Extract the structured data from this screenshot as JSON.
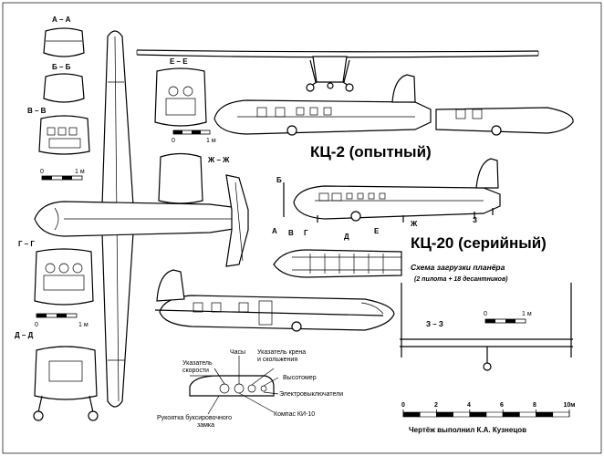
{
  "titles": {
    "kc2": "КЦ-2 (опытный)",
    "kc20": "КЦ-20 (серийный)"
  },
  "sections": {
    "aa": "А – А",
    "bb": "Б – Б",
    "vv": "В – В",
    "gg": "Г – Г",
    "dd": "Д – Д",
    "ee": "Е – Е",
    "zhzh": "Ж – Ж",
    "zz": "З – З"
  },
  "cut_marks": {
    "b": "Б",
    "a": "А",
    "v": "В",
    "g": "Г",
    "d": "Д",
    "e": "Е",
    "zh": "Ж",
    "z": "З"
  },
  "scale_labels": {
    "zero": "0",
    "one_m": "1 м"
  },
  "loading": {
    "title": "Схема загрузки планёра",
    "subtitle": "(2 пилота + 18 десантников)"
  },
  "panel": {
    "clock": "Часы",
    "airspeed": "Указатель\nскорости",
    "bank": "Указатель крена\nи скольжения",
    "altimeter": "Высотомер",
    "switches": "Электровыключатели",
    "compass": "Компас КИ-10",
    "tow_release": "Рукоятка буксировочного\nзамка"
  },
  "big_scale": {
    "ticks": [
      "0",
      "2",
      "4",
      "6",
      "8",
      "10м"
    ]
  },
  "credit": "Чертёж выполнил К.А. Кузнецов"
}
